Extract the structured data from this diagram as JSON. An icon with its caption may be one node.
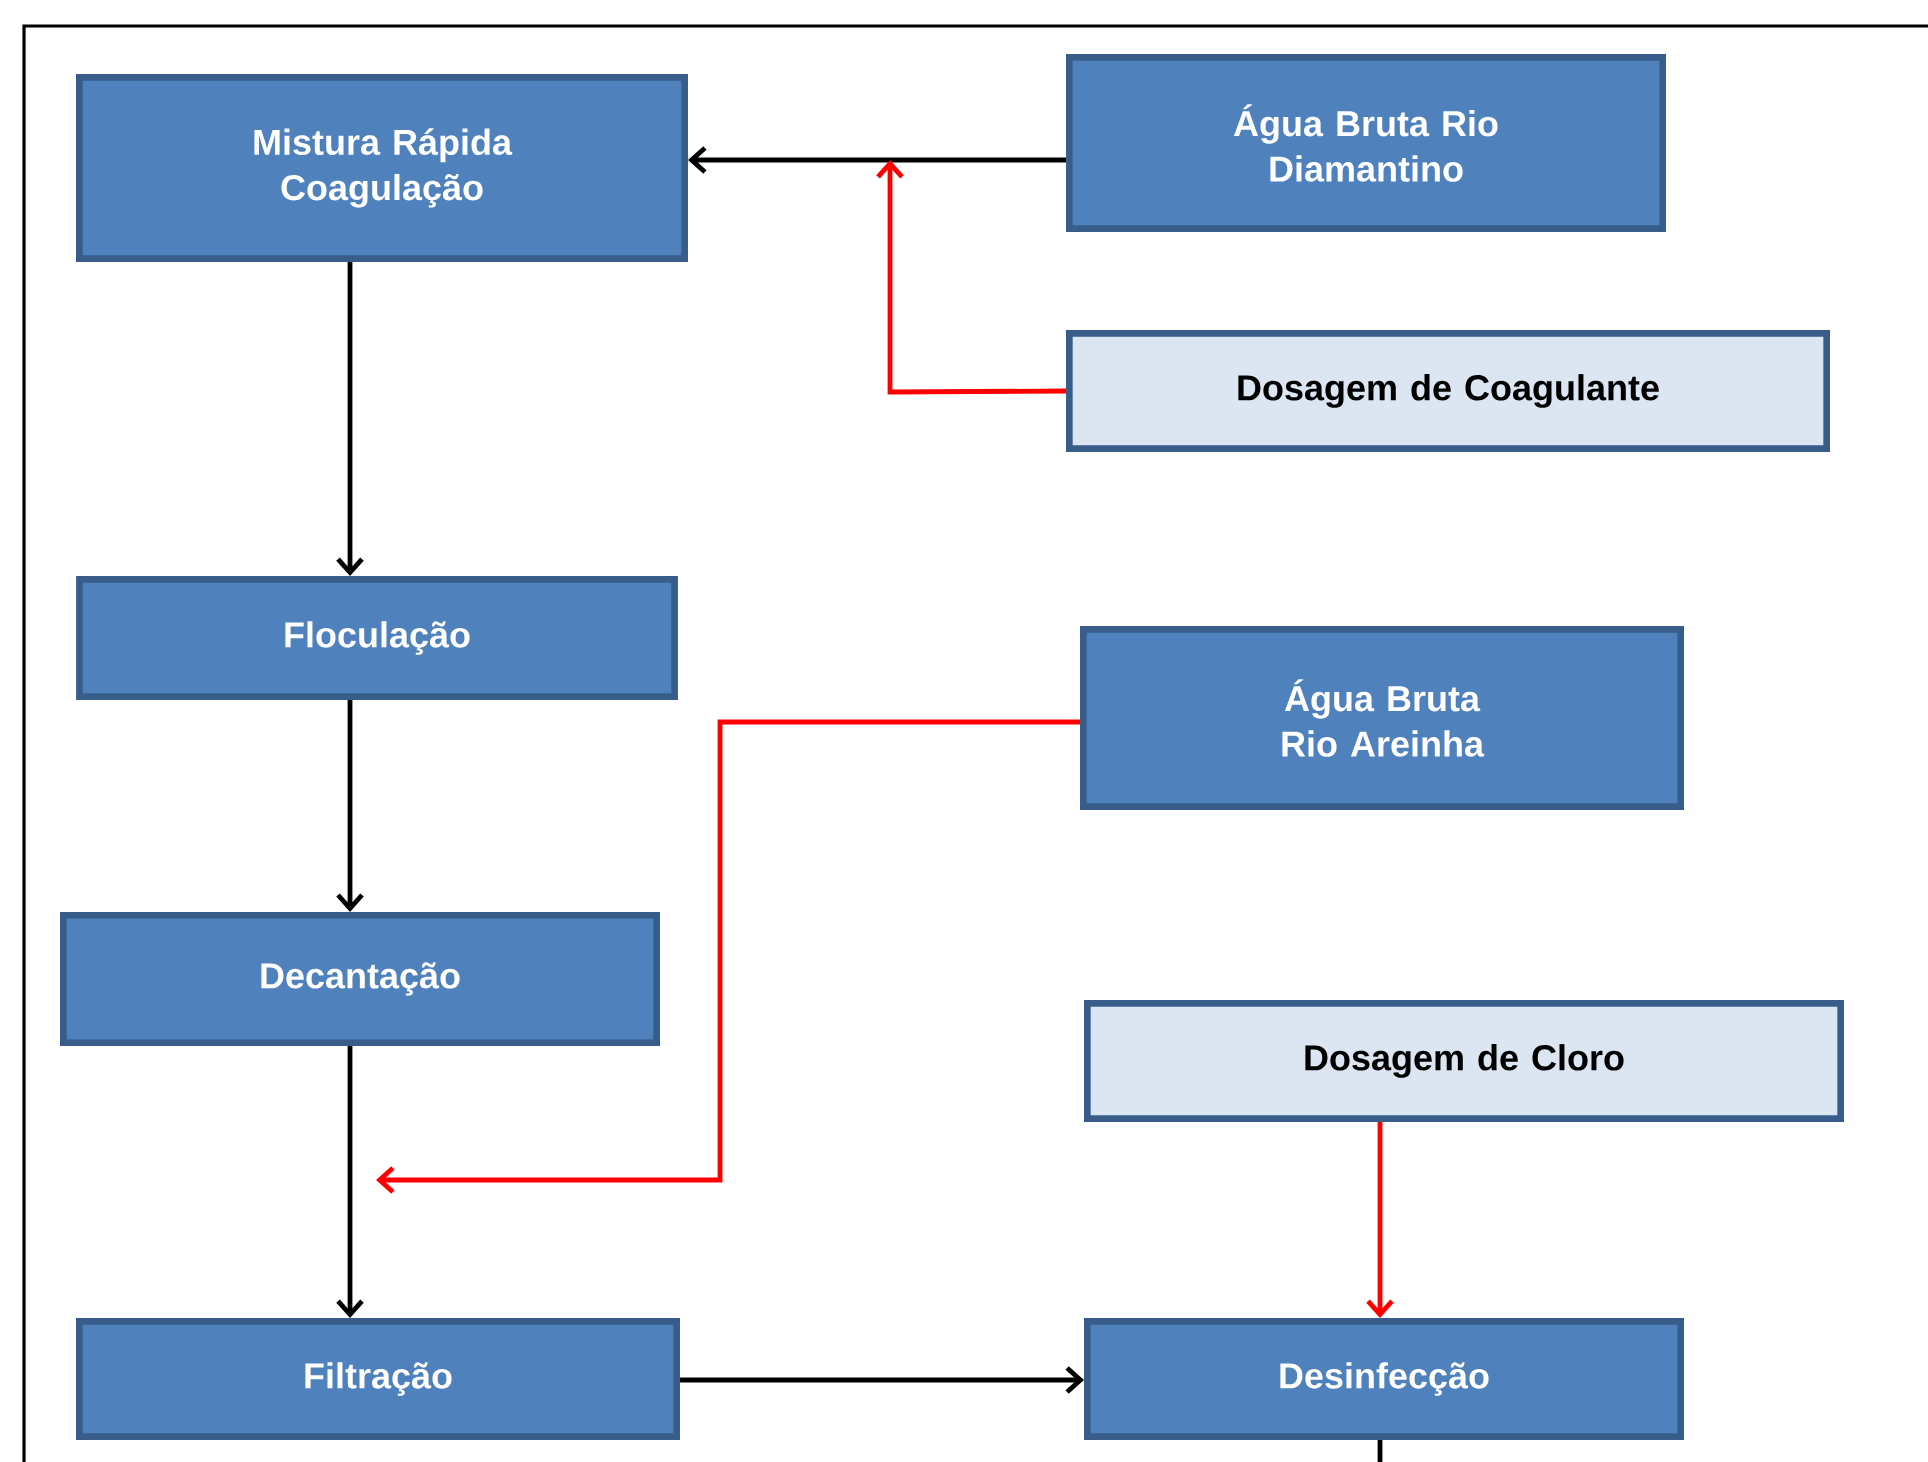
{
  "diagram": {
    "nodes": [
      {
        "text": [
          "Mistura Rápida Coagulação"
        ]
      },
      {
        "text": [
          "Água Bruta Rio Diamantino"
        ]
      },
      {
        "text": [
          "Dosagem de Coagulante"
        ]
      },
      {
        "text": [
          "Floculação"
        ]
      },
      {
        "text": [
          "Água Bruta Rio Areinha"
        ]
      },
      {
        "text": [
          "Decantação"
        ]
      },
      {
        "text": [
          "Dosagem de Cloro"
        ]
      },
      {
        "text": [
          "Filtração"
        ]
      },
      {
        "text": [
          "Desinfecção"
        ]
      }
    ],
    "edges": [
      {
        "from": 1,
        "to": 0,
        "arrow": "to"
      },
      {
        "from": 2,
        "to": null,
        "arrow": "to",
        "color": "#ff0000"
      },
      {
        "from": 0,
        "to": 3,
        "arrow": "to"
      },
      {
        "from": 3,
        "to": 5,
        "arrow": "to"
      },
      {
        "from": 4,
        "to": null,
        "arrow": "to",
        "color": "#ff0000"
      },
      {
        "from": 5,
        "to": 7,
        "arrow": "to"
      },
      {
        "from": 6,
        "to": 8,
        "arrow": "to",
        "color": "#ff0000"
      },
      {
        "from": 7,
        "to": 8,
        "arrow": "to"
      },
      {
        "from": 8,
        "to": null,
        "arrow": "none"
      }
    ]
  }
}
